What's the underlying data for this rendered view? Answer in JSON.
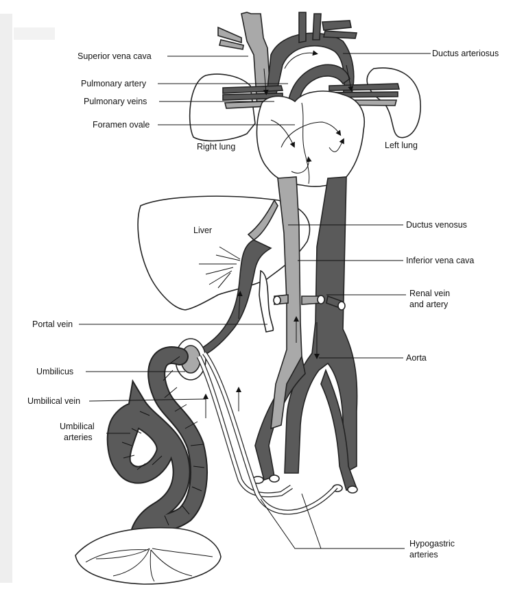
{
  "diagram": {
    "labels": {
      "superior_vena_cava": "Superior vena cava",
      "ductus_arteriosus": "Ductus arteriosus",
      "pulmonary_artery": "Pulmonary artery",
      "pulmonary_veins": "Pulmonary veins",
      "foramen_ovale": "Foramen ovale",
      "right_lung": "Right lung",
      "left_lung": "Left lung",
      "liver": "Liver",
      "ductus_venosus": "Ductus venosus",
      "inferior_vena_cava": "Inferior vena cava",
      "renal_vein_line1": "Renal vein",
      "renal_vein_line2": "and artery",
      "portal_vein": "Portal vein",
      "umbilicus": "Umbilicus",
      "aorta": "Aorta",
      "umbilical_vein": "Umbilical vein",
      "umbilical_arteries_line1": "Umbilical",
      "umbilical_arteries_line2": "arteries",
      "hypogastric_line1": "Hypogastric",
      "hypogastric_line2": "arteries"
    },
    "colors": {
      "arterial_vessel": "#5a5a5a",
      "venous_vessel": "#a9a9a9",
      "outline": "#222222",
      "background": "#ffffff"
    }
  }
}
